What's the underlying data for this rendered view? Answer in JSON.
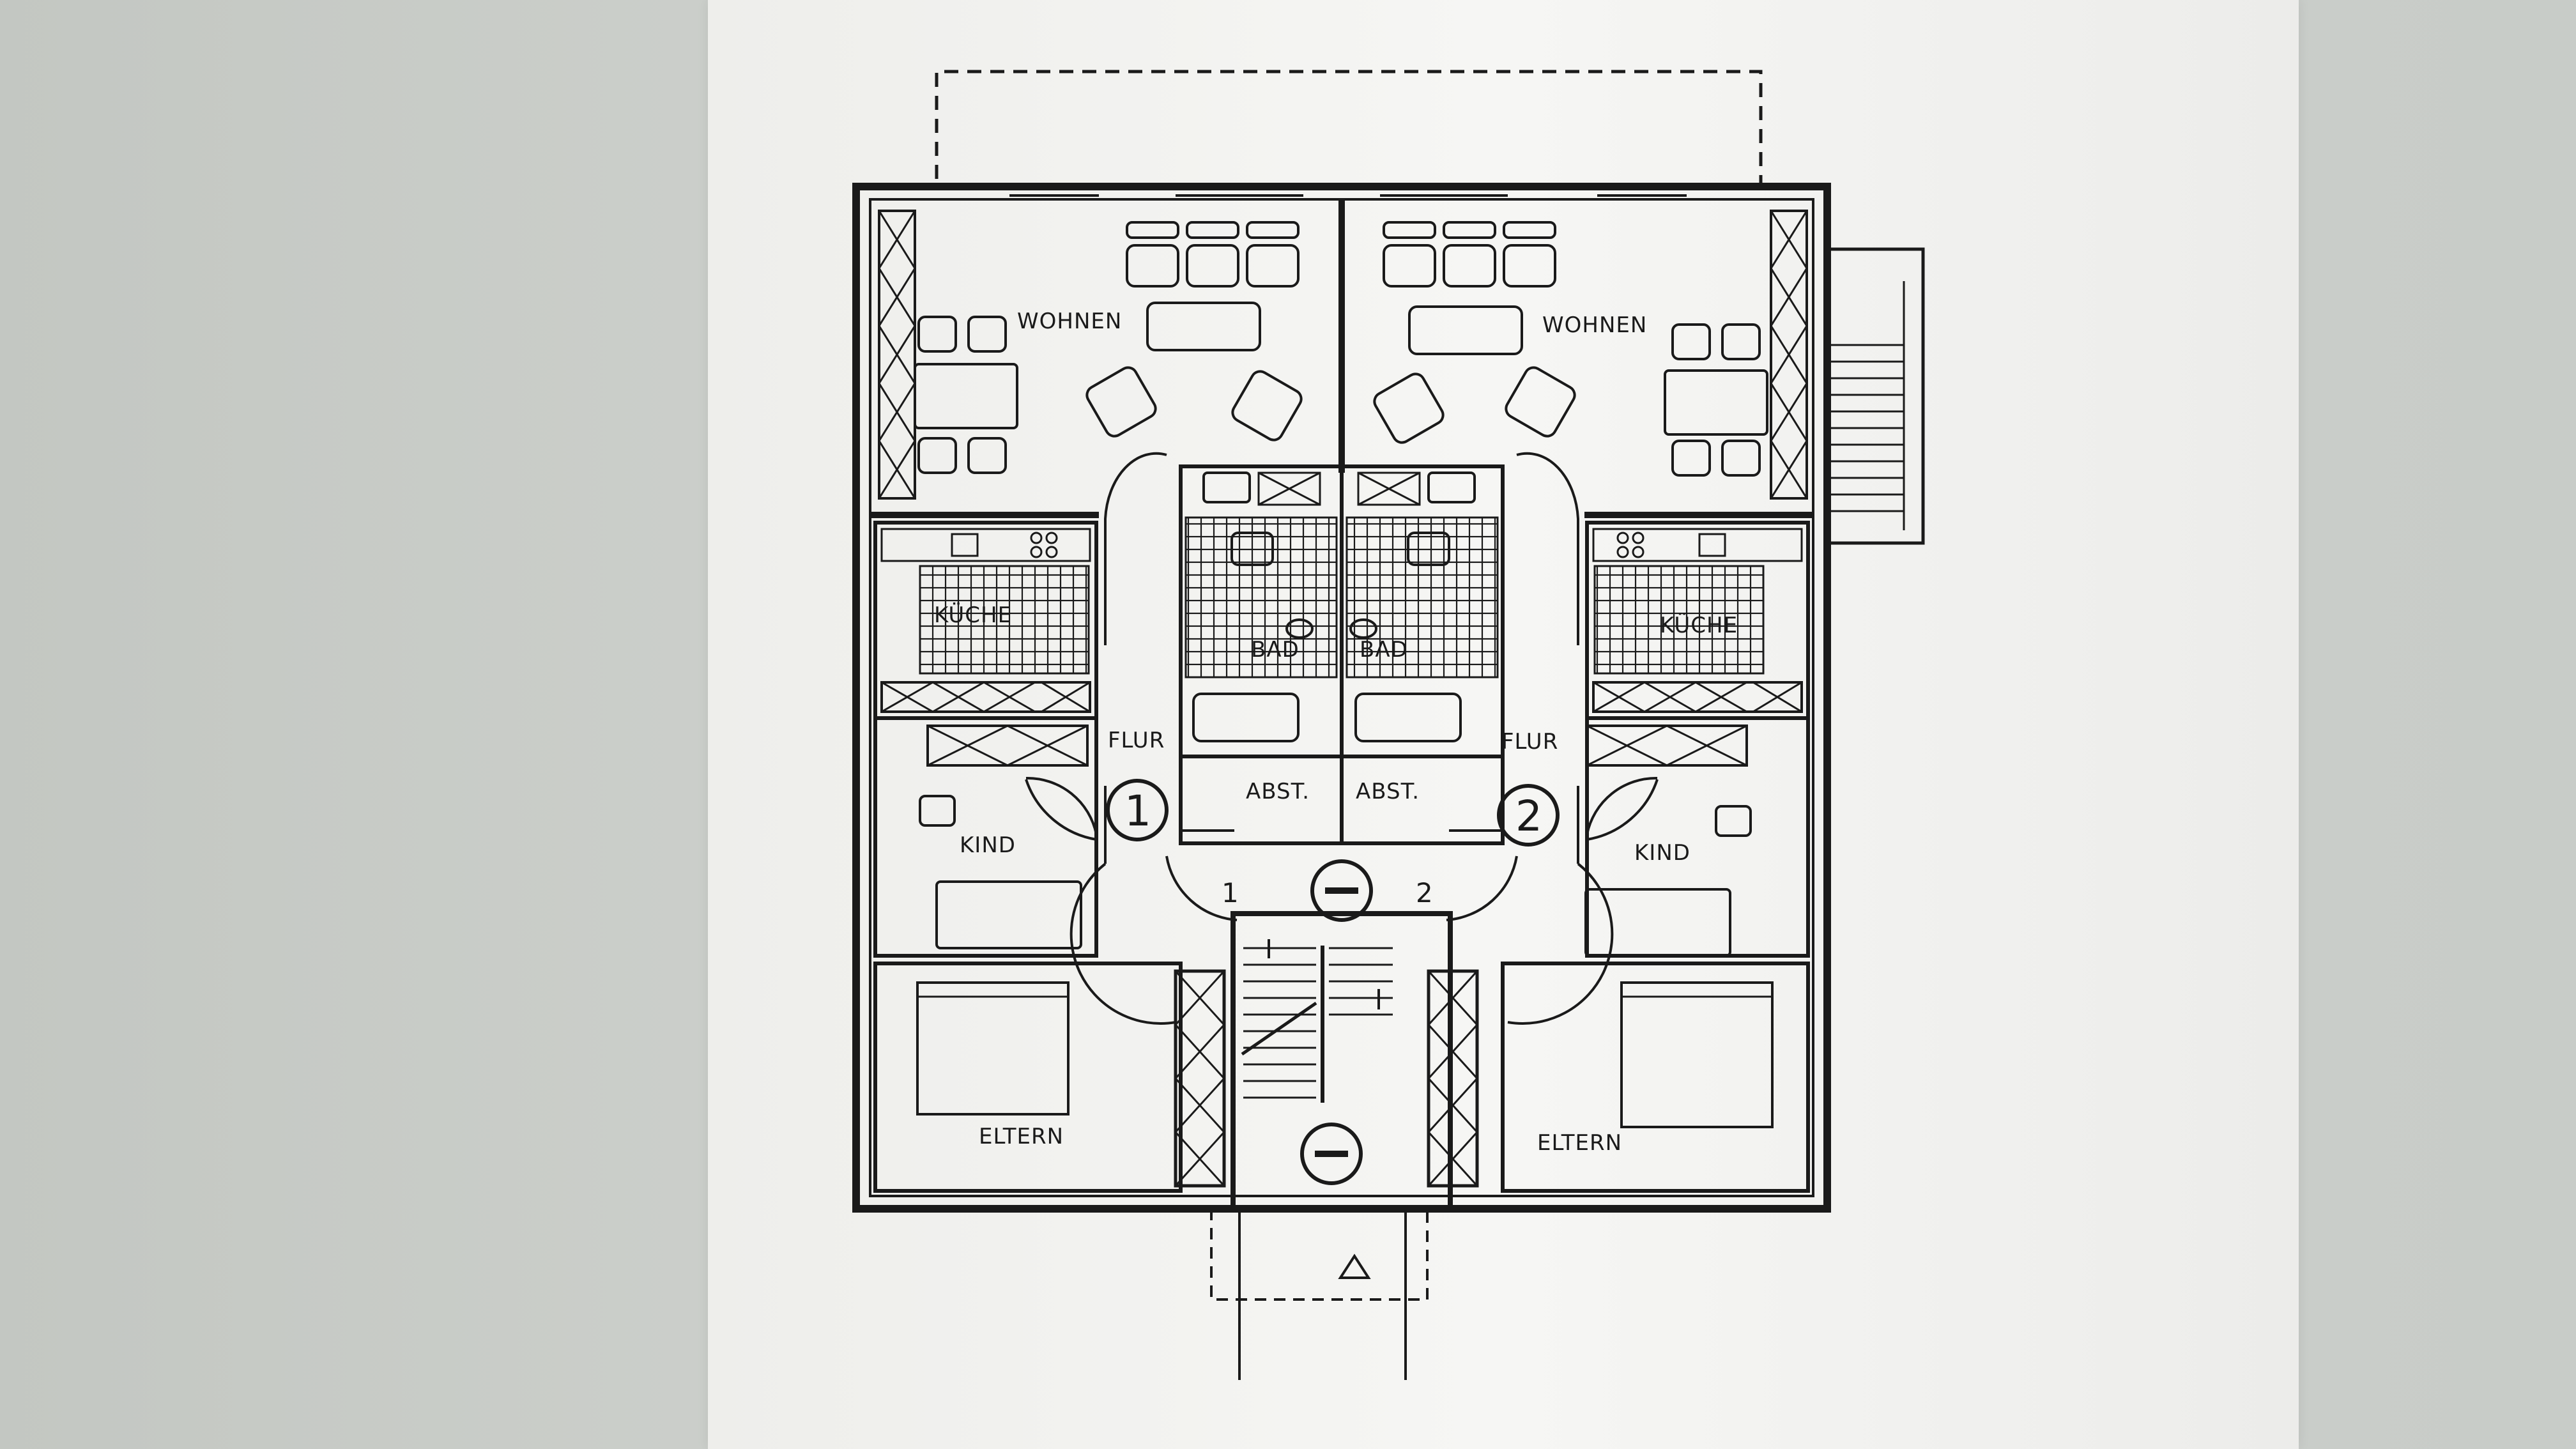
{
  "rooms": {
    "wohnen_left": "WOHNEN",
    "wohnen_right": "WOHNEN",
    "kuche_left": "KÜCHE",
    "kuche_right": "KÜCHE",
    "bad_left": "BAD",
    "bad_right": "BAD",
    "flur_left": "FLUR",
    "flur_right": "FLUR",
    "abst_left": "ABST.",
    "abst_right": "ABST.",
    "kind_left": "KIND",
    "kind_right": "KIND",
    "eltern_left": "ELTERN",
    "eltern_right": "ELTERN"
  },
  "units": {
    "unit_1": "1",
    "unit_2": "2",
    "door_1": "1",
    "door_2": "2"
  },
  "icons": {
    "entrance_marker": "triangle-up-icon",
    "staircase_arrow": "arrow-icon"
  },
  "colors": {
    "ink": "#1a1a1a",
    "paper": "#f4f4f2",
    "screen": "#c9cdc9"
  }
}
